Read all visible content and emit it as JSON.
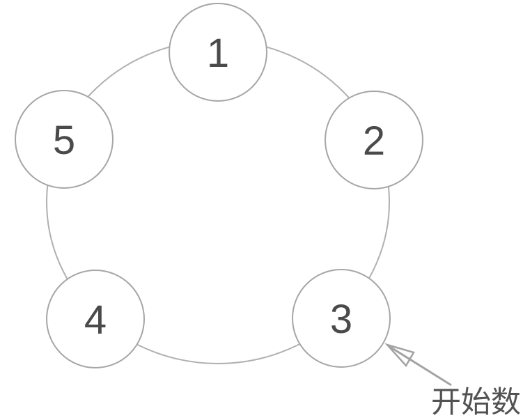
{
  "diagram": {
    "description": "Five numbered circles arranged on a ring; arrow marks where counting starts",
    "nodes": [
      {
        "label": "1"
      },
      {
        "label": "2"
      },
      {
        "label": "3"
      },
      {
        "label": "4"
      },
      {
        "label": "5"
      }
    ],
    "annotation": {
      "label": "开始数",
      "points_to_node": "3"
    },
    "colors": {
      "background": "#ffffff",
      "ring_stroke": "#b0b0b0",
      "node_fill": "#ffffff",
      "node_stroke": "#a6a6a6",
      "number_color": "#4a4a4a",
      "arrow_color": "#a3a3a3",
      "annotation_color": "#525252"
    }
  }
}
